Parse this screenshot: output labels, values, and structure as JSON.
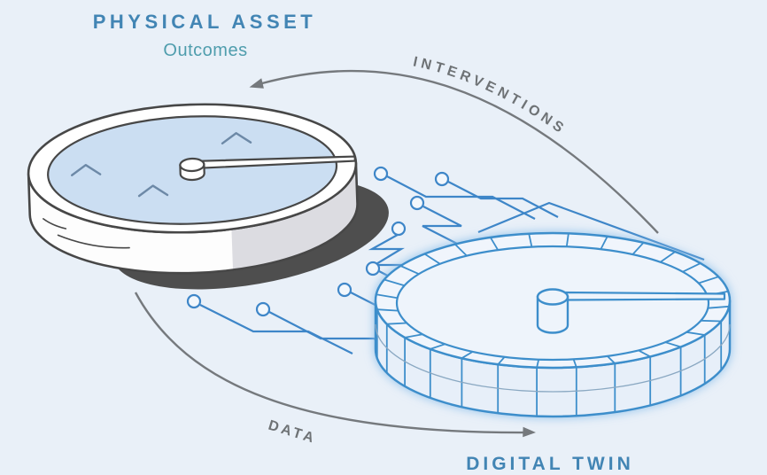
{
  "diagram": {
    "background_color": "#e9f0f8",
    "physical_asset": {
      "title": "PHYSICAL ASSET",
      "subtitle": "Outcomes",
      "title_color": "#4285b4",
      "subtitle_color": "#4f9dad",
      "disc_face_color": "#cbdef2",
      "outline_color": "#474747",
      "shadow_color": "#4e4e4e",
      "chevron_color": "#6d89a7",
      "chevron_count": 3
    },
    "digital_twin": {
      "title": "DIGITAL TWIN",
      "title_color": "#4285b4",
      "wireframe_color": "#3e8ecb",
      "glow_color": "#8cc0ea",
      "fill_color": "#eef4fb",
      "rim_segments": 28,
      "wall_height": 55
    },
    "arrows": {
      "top": {
        "label": "INTERVENTIONS",
        "direction": "digital-twin-to-physical-asset",
        "color": "#75797d",
        "label_color": "#6e7275"
      },
      "bottom": {
        "label": "DATA",
        "direction": "physical-asset-to-digital-twin",
        "color": "#75797d",
        "label_color": "#6e7275"
      }
    },
    "circuit": {
      "color": "#3e86c8",
      "node_count": 8
    }
  }
}
